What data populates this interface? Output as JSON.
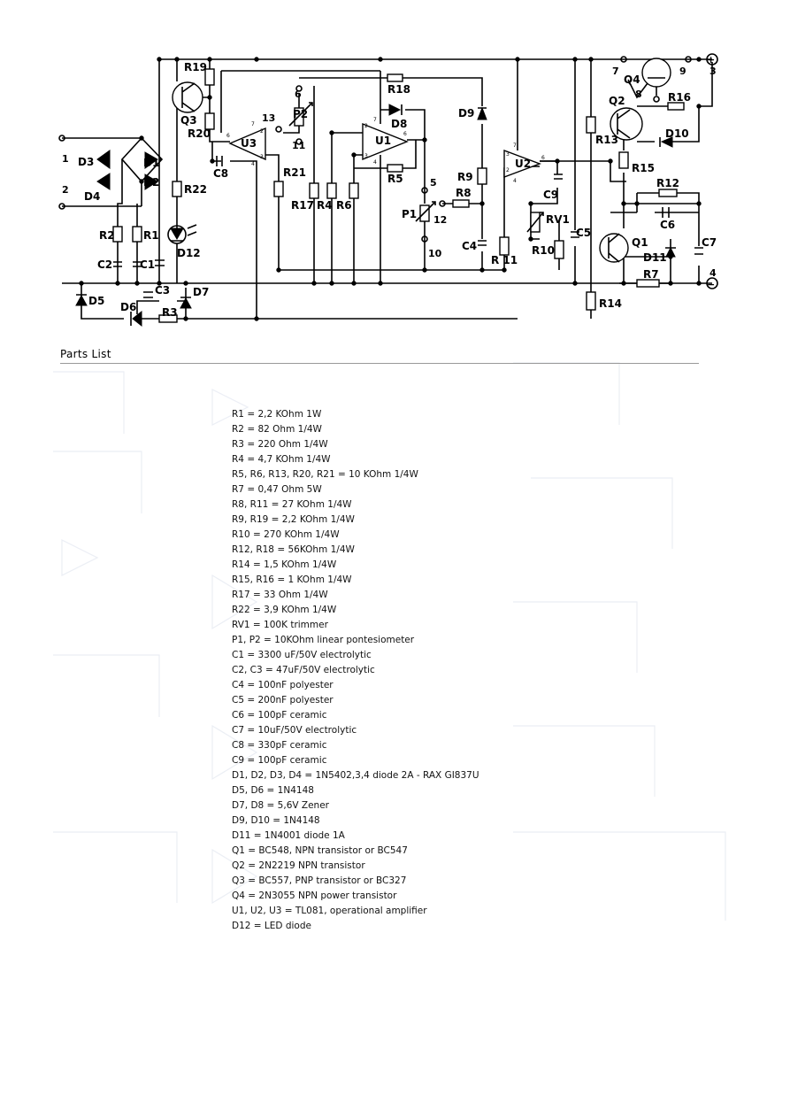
{
  "schematic": {
    "components": {
      "R19": "R19",
      "R20": "R20",
      "R22": "R22",
      "R18": "R18",
      "R17": "R17",
      "R4": "R4",
      "R6": "R6",
      "R5": "R5",
      "R21": "R21",
      "R9": "R9",
      "R8": "R8",
      "R2": "R2",
      "R1": "R1",
      "R3": "R3",
      "R13": "R13",
      "R15": "R15",
      "R16": "R16",
      "R12": "R12",
      "R10": "R10",
      "R11": "R 11",
      "R14": "R14",
      "R7": "R7",
      "Q3": "Q3",
      "Q2": "Q2",
      "Q4": "Q4",
      "Q1": "Q1",
      "U1": "U1",
      "U2": "U2",
      "U3": "U3",
      "D1": "D1",
      "D2": "D2",
      "D3": "D3",
      "D4": "D4",
      "D5": "D5",
      "D6": "D6",
      "D7": "D7",
      "D8": "D8",
      "D9": "D9",
      "D10": "D10",
      "D11": "D11",
      "D12": "D12",
      "C1": "C1",
      "C2": "C2",
      "C3": "C3",
      "C4": "C4",
      "C5": "C5",
      "C6": "C6",
      "C7": "C7",
      "C8": "C8",
      "C9": "C9",
      "P1": "P1",
      "P2": "P2",
      "RV1": "RV1"
    },
    "terminals": [
      "1",
      "2",
      "3",
      "4",
      "5",
      "6",
      "7",
      "8",
      "9",
      "10",
      "11",
      "12",
      "13"
    ],
    "plus_sign": "+",
    "minus_sign": "−"
  },
  "parts": {
    "title": "Parts List",
    "items": [
      "R1 = 2,2 KOhm 1W",
      "R2 = 82 Ohm 1/4W",
      "R3 = 220 Ohm 1/4W",
      "R4 = 4,7 KOhm 1/4W",
      "R5, R6, R13, R20, R21 = 10 KOhm 1/4W",
      "R7 = 0,47 Ohm 5W",
      "R8, R11 = 27 KOhm 1/4W",
      "R9, R19 = 2,2 KOhm 1/4W",
      "R10 = 270 KOhm 1/4W",
      "R12, R18 = 56KOhm 1/4W",
      "R14 = 1,5 KOhm 1/4W",
      "R15, R16 = 1 KOhm 1/4W",
      "R17 = 33 Ohm 1/4W",
      "R22 = 3,9 KOhm 1/4W",
      "RV1 = 100K trimmer",
      "P1, P2 = 10KOhm  linear pontesiometer",
      "C1 = 3300 uF/50V electrolytic",
      "C2, C3 = 47uF/50V electrolytic",
      "C4 = 100nF polyester",
      "C5 = 200nF polyester",
      "C6 = 100pF ceramic",
      "C7 = 10uF/50V electrolytic",
      "C8 = 330pF ceramic",
      "C9 = 100pF ceramic",
      "D1, D2, D3, D4 = 1N5402,3,4 diode 2A - RAX GI837U",
      "D5, D6 = 1N4148",
      "D7, D8 = 5,6V Zener",
      "D9, D10 = 1N4148",
      "D11 = 1N4001 diode 1A",
      "Q1 = BC548, NPN transistor or BC547",
      "Q2 = 2N2219 NPN transistor",
      "Q3 = BC557, PNP transistor or BC327",
      "Q4 = 2N3055 NPN power transistor",
      "U1, U2, U3 = TL081, operational amplifier",
      "D12 = LED diode"
    ]
  }
}
